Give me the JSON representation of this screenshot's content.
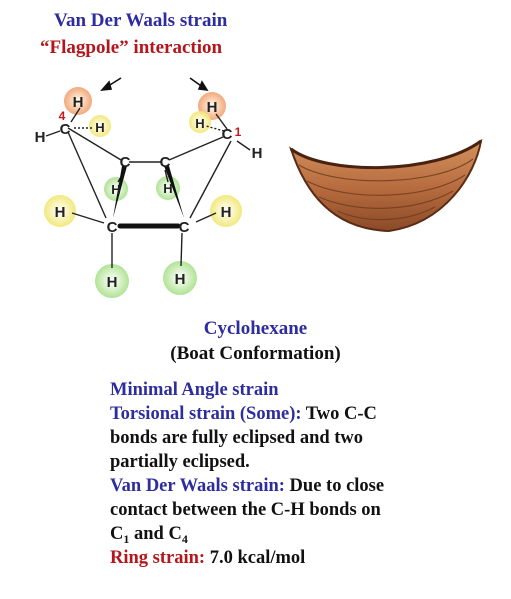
{
  "header": {
    "vdw_title": "Van Der Waals strain",
    "flagpole_title": "“Flagpole” interaction"
  },
  "molecule": {
    "carbon_label": "C",
    "hydrogen_label": "H",
    "locant_1": "1",
    "locant_4": "4"
  },
  "caption": {
    "name": "Cyclohexane",
    "conformation": "(Boat Conformation)"
  },
  "notes": {
    "angle": "Minimal Angle strain",
    "torsional_label": "Torsional strain (Some):",
    "torsional_text_1": " Two C-C",
    "torsional_text_2": "bonds are fully eclipsed and two",
    "torsional_text_3": "partially eclipsed.",
    "vdw_label": "Van Der Waals strain:",
    "vdw_text_1": " Due to close",
    "vdw_text_2": "contact between the C-H bonds on",
    "c_letter": "C",
    "c1_sub": "1",
    "and_word": " and ",
    "c4_sub": "4",
    "ring_label": "Ring strain:",
    "ring_value": " 7.0 kcal/mol"
  },
  "colors": {
    "blue": "#2d2d9f",
    "red": "#b4161b",
    "flagpole_glow": "#f0a070",
    "axial_glow": "#f5ee80",
    "equatorial_glow": "#a8e08a"
  }
}
